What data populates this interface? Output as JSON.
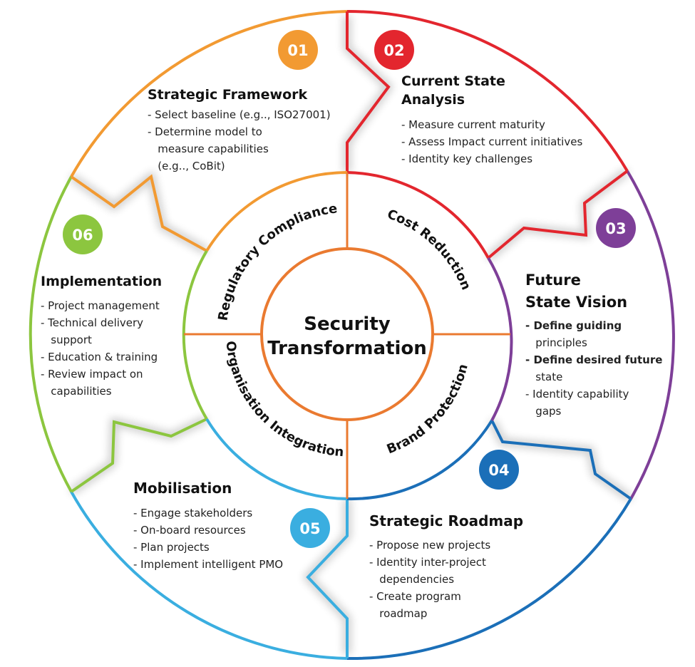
{
  "center": {
    "line1": "Security",
    "line2": "Transformation"
  },
  "pillars": [
    "Regulatory Compliance",
    "Cost Reduction",
    "Brand Protection",
    "Organisation Integration"
  ],
  "colors": {
    "orange": "#f29a32",
    "red": "#e3262e",
    "purple": "#7e3f98",
    "darkblue": "#1b6fb8",
    "lightblue": "#3aaee0",
    "green": "#8cc63f",
    "inner": "#ea7a30"
  },
  "segments": [
    {
      "number": "01",
      "title_lines": [
        "Strategic Framework"
      ],
      "bullets": [
        "- Select baseline (e.g.., ISO27001)",
        "- Determine model to",
        "   measure capabilities",
        "   (e.g.., CoBit)"
      ]
    },
    {
      "number": "02",
      "title_lines": [
        "Current State",
        "Analysis"
      ],
      "bullets": [
        "- Measure current maturity",
        "- Assess Impact current initiatives",
        "- Identity key challenges"
      ]
    },
    {
      "number": "03",
      "title_lines": [
        "Future",
        "State Vision"
      ],
      "bullets": [
        "- Define guiding",
        "   principles",
        "- Define desired future",
        "   state",
        "- Identity capability",
        "   gaps"
      ]
    },
    {
      "number": "04",
      "title_lines": [
        "Strategic Roadmap"
      ],
      "bullets": [
        "- Propose new projects",
        "- Identity inter-project",
        "   dependencies",
        "- Create program",
        "   roadmap"
      ]
    },
    {
      "number": "05",
      "title_lines": [
        "Mobilisation"
      ],
      "bullets": [
        "- Engage stakeholders",
        "- On-board resources",
        "- Plan projects",
        "- Implement intelligent PMO"
      ]
    },
    {
      "number": "06",
      "title_lines": [
        "Implementation"
      ],
      "bullets": [
        "- Project management",
        "- Technical delivery",
        "   support",
        "- Education & training",
        "- Review impact on",
        "   capabilities"
      ]
    }
  ]
}
